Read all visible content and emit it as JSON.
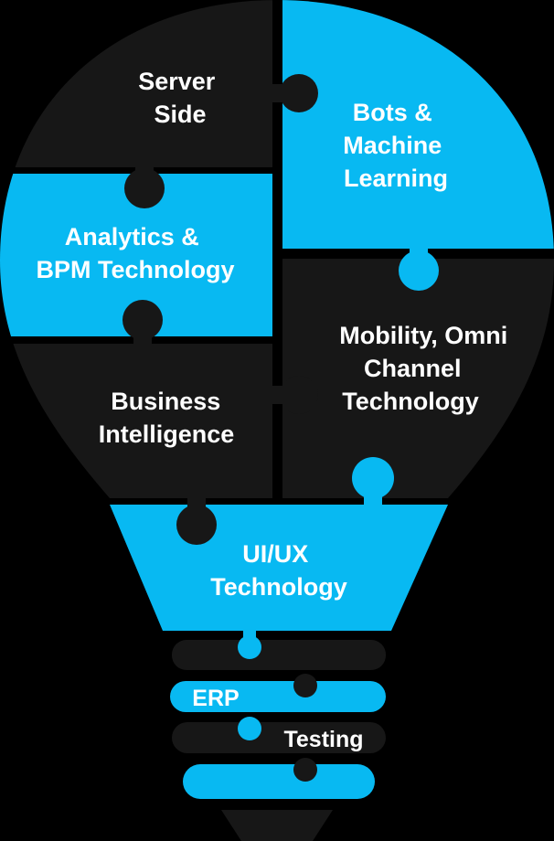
{
  "colors": {
    "black_piece": "#171717",
    "blue_piece": "#08b9f2",
    "background": "#000000",
    "label": "#ffffff"
  },
  "pieces": [
    {
      "id": "server-side",
      "lines": [
        "Server",
        "Side"
      ]
    },
    {
      "id": "bots-ml",
      "lines": [
        "Bots &",
        "Machine",
        "Learning"
      ]
    },
    {
      "id": "analytics-bpm",
      "lines": [
        "Analytics &",
        "BPM Technology"
      ]
    },
    {
      "id": "mobility",
      "lines": [
        "Mobility, Omni",
        "Channel",
        "Technology"
      ]
    },
    {
      "id": "business-intelligence",
      "lines": [
        "Business",
        "Intelligence"
      ]
    },
    {
      "id": "ui-ux",
      "lines": [
        "UI/UX",
        "Technology"
      ]
    }
  ],
  "base_bands": [
    {
      "id": "erp",
      "label": "ERP"
    },
    {
      "id": "testing",
      "label": "Testing"
    }
  ]
}
